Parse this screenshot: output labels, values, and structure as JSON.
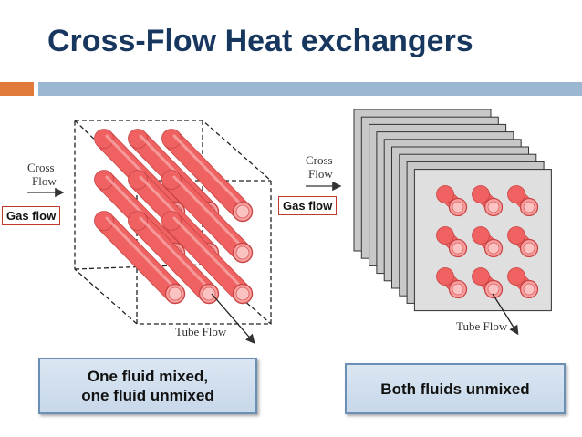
{
  "slide": {
    "title": "Cross-Flow Heat exchangers",
    "colors": {
      "title": "#17375e",
      "accent_orange": "#e07a3a",
      "accent_blue": "#9cb7d2",
      "tube": "#f06262",
      "tube_end": "#f9a1a1",
      "plate": "#d5d5d5"
    }
  },
  "left": {
    "cross_flow_label_line1": "Cross",
    "cross_flow_label_line2": "Flow",
    "gas_flow_tag": "Gas flow",
    "tube_flow_label": "Tube Flow",
    "caption_line1": "One fluid mixed,",
    "caption_line2": "one fluid unmixed"
  },
  "right": {
    "cross_flow_label_line1": "Cross",
    "cross_flow_label_line2": "Flow",
    "gas_flow_tag": "Gas flow",
    "tube_flow_label": "Tube Flow",
    "caption": "Both fluids unmixed"
  }
}
